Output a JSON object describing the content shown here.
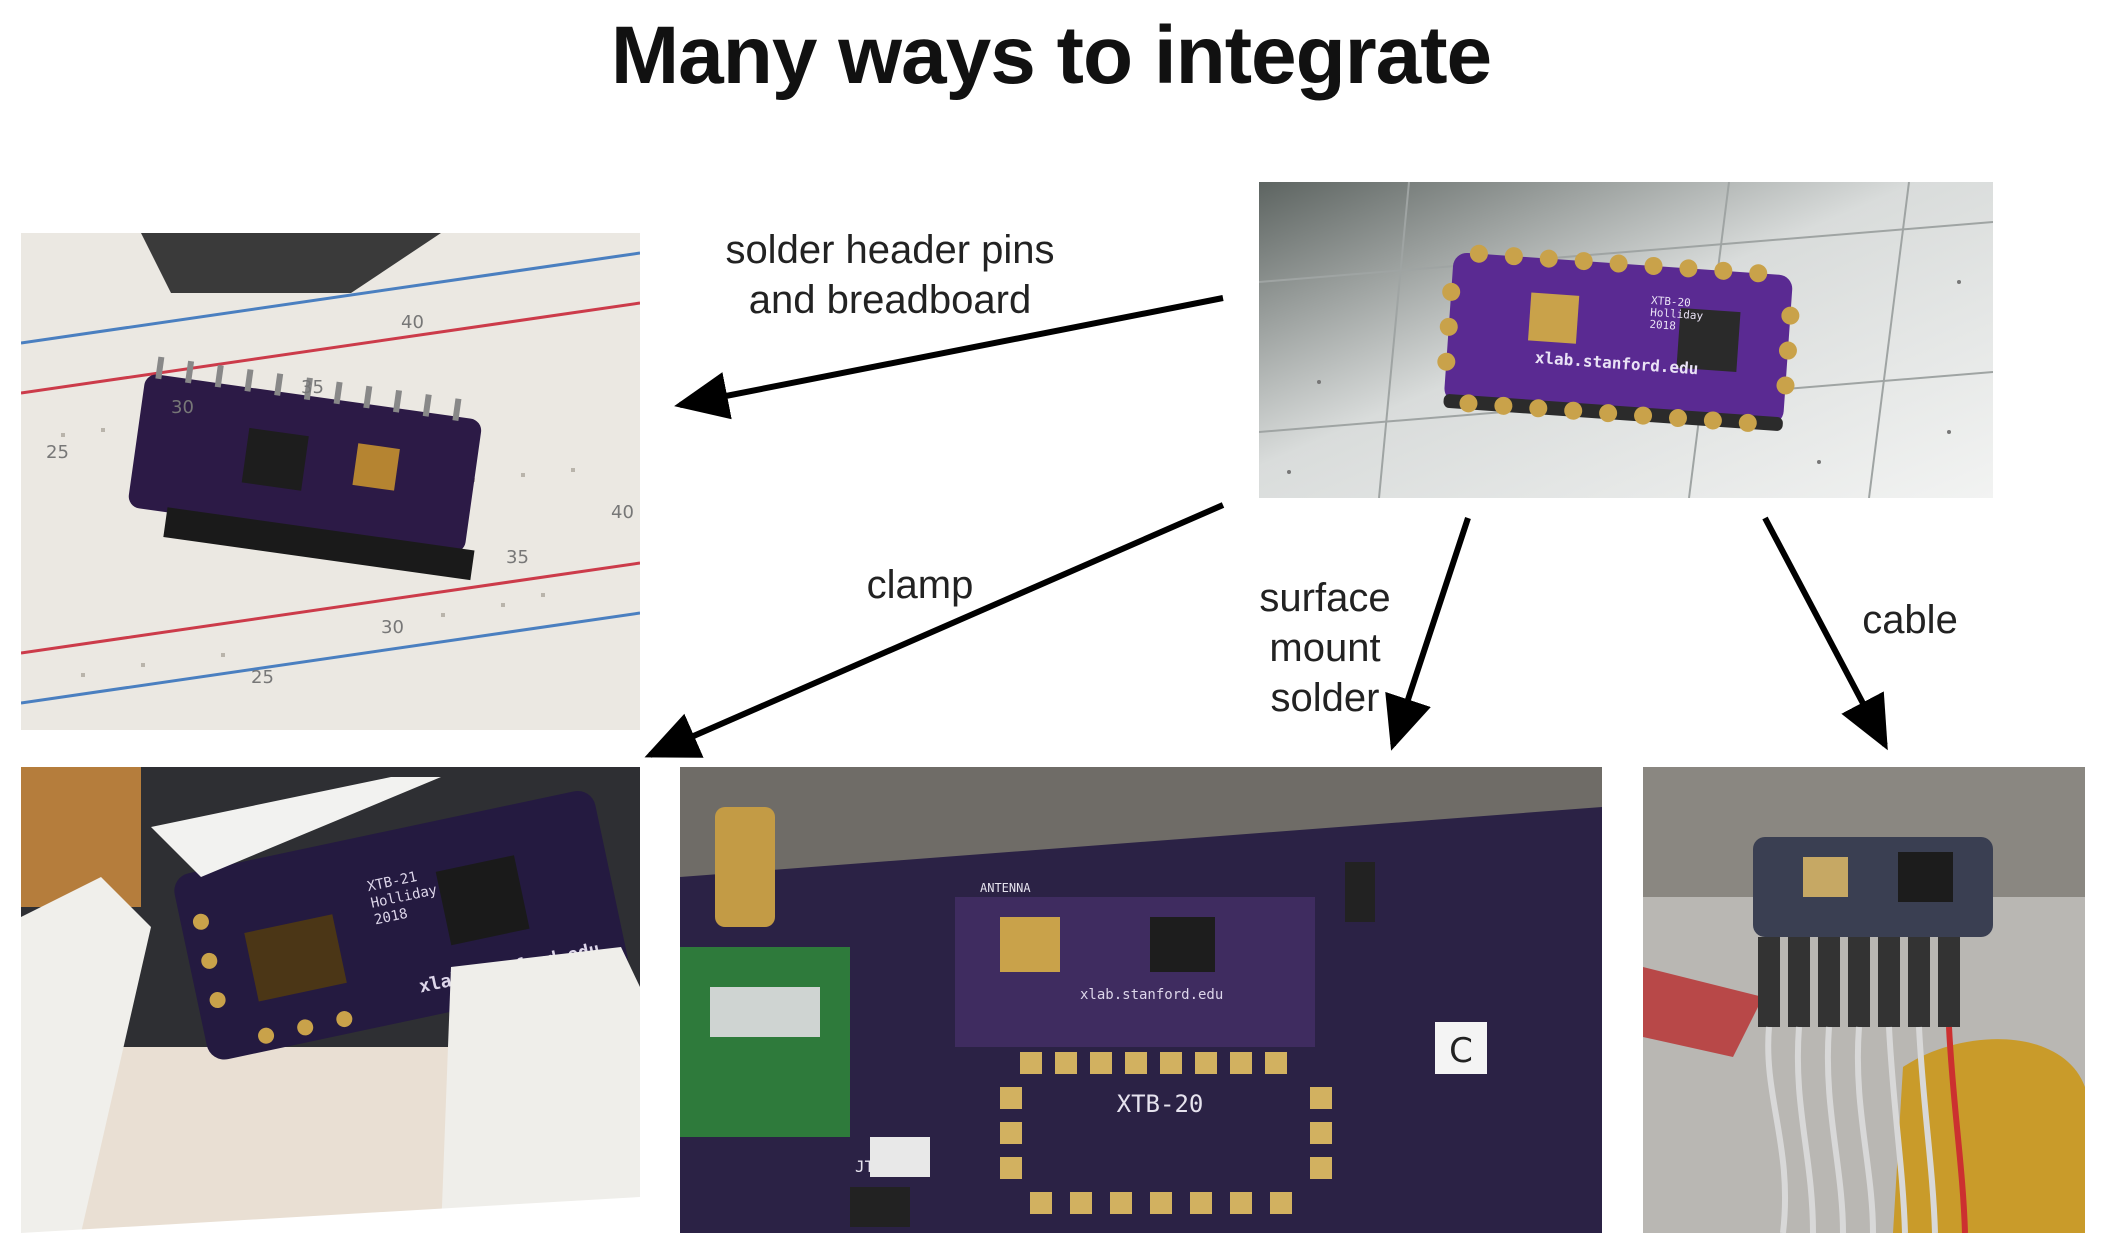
{
  "title": "Many ways to integrate",
  "source_photo": {
    "board_text": [
      "xlab.stanford.edu",
      "XTB-20",
      "Holliday",
      "2018"
    ]
  },
  "methods": [
    {
      "id": "header-pins",
      "label_lines": [
        "solder header pins",
        "and breadboard"
      ],
      "photo": {
        "breadboard_numbers": [
          "25",
          "30",
          "35",
          "40",
          "25",
          "30",
          "35",
          "40"
        ]
      }
    },
    {
      "id": "clamp",
      "label_lines": [
        "clamp"
      ],
      "photo": {
        "board_text": [
          "XTB-21",
          "Holliday",
          "2018",
          "xlab.stanford.edu"
        ]
      }
    },
    {
      "id": "surface-mount",
      "label_lines": [
        "surface",
        "mount",
        "solder"
      ],
      "photo": {
        "board_text": [
          "XTB-20",
          "xlab.stanford.edu",
          "JTAG",
          "ANTENNA",
          "C"
        ]
      }
    },
    {
      "id": "cable",
      "label_lines": [
        "cable"
      ],
      "photo": {
        "board_text": []
      }
    }
  ],
  "colors": {
    "pcb": "#3a1a66",
    "gold": "#c9a24a",
    "arrow": "#000000"
  }
}
